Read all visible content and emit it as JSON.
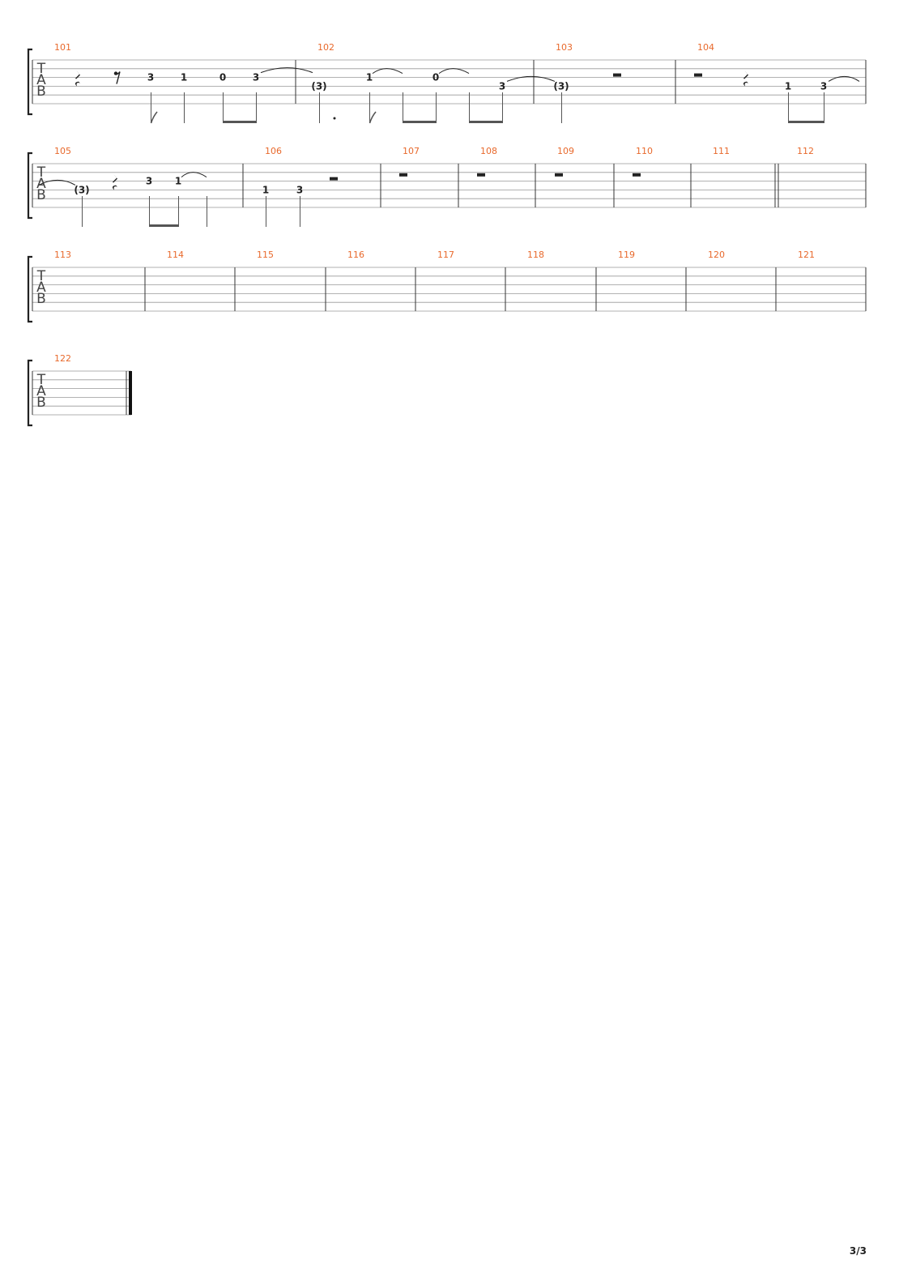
{
  "page": {
    "number": "3/3"
  },
  "tablature": {
    "clef_letters": [
      "T",
      "A",
      "B"
    ],
    "systems": [
      {
        "measures": [
          {
            "number": "101",
            "rests": [
              "quarter",
              "eighth"
            ],
            "notes": [
              {
                "fret": "3",
                "string": 3,
                "duration": "eighth"
              },
              {
                "fret": "1",
                "string": 3,
                "duration": "quarter"
              },
              {
                "fret": "0",
                "string": 3,
                "duration": "eighth"
              },
              {
                "fret": "3",
                "string": 3,
                "duration": "eighth",
                "tie_start": true
              }
            ]
          },
          {
            "number": "102",
            "notes": [
              {
                "fret": "(3)",
                "string": 4,
                "duration": "dotted-quarter",
                "tied": true
              },
              {
                "fret": "1",
                "string": 3,
                "duration": "eighth",
                "tie_start": true
              },
              {
                "fret": "1",
                "string": 3,
                "duration": "eighth",
                "tied": true,
                "hidden": true
              },
              {
                "fret": "0",
                "string": 3,
                "duration": "eighth",
                "tie_start": true
              },
              {
                "fret": "0",
                "string": 3,
                "duration": "eighth",
                "tied": true,
                "hidden": true
              },
              {
                "fret": "3",
                "string": 4,
                "duration": "eighth",
                "tie_start": true
              }
            ]
          },
          {
            "number": "103",
            "rests": [
              "half"
            ],
            "notes": [
              {
                "fret": "(3)",
                "string": 4,
                "duration": "quarter",
                "tied": true
              }
            ]
          },
          {
            "number": "104",
            "rests": [
              "half",
              "quarter"
            ],
            "notes": [
              {
                "fret": "1",
                "string": 4,
                "duration": "eighth"
              },
              {
                "fret": "3",
                "string": 4,
                "duration": "eighth",
                "tie_start": true
              }
            ]
          }
        ]
      },
      {
        "measures": [
          {
            "number": "105",
            "rests": [
              "quarter"
            ],
            "notes": [
              {
                "fret": "(3)",
                "string": 4,
                "duration": "quarter",
                "tied": true
              },
              {
                "fret": "3",
                "string": 3,
                "duration": "eighth"
              },
              {
                "fret": "1",
                "string": 3,
                "duration": "eighth",
                "tie_start": true
              },
              {
                "fret": "1",
                "string": 3,
                "duration": "quarter",
                "tied": true,
                "hidden": true
              }
            ]
          },
          {
            "number": "106",
            "rests": [
              "half"
            ],
            "notes": [
              {
                "fret": "1",
                "string": 4,
                "duration": "quarter"
              },
              {
                "fret": "3",
                "string": 4,
                "duration": "quarter"
              }
            ]
          },
          {
            "number": "107",
            "rests": [
              "whole"
            ]
          },
          {
            "number": "108",
            "rests": [
              "whole"
            ]
          },
          {
            "number": "109",
            "rests": [
              "whole"
            ]
          },
          {
            "number": "110",
            "rests": [
              "whole"
            ]
          },
          {
            "number": "111"
          },
          {
            "number": "112"
          }
        ]
      },
      {
        "measures": [
          {
            "number": "113"
          },
          {
            "number": "114"
          },
          {
            "number": "115"
          },
          {
            "number": "116"
          },
          {
            "number": "117"
          },
          {
            "number": "118"
          },
          {
            "number": "119"
          },
          {
            "number": "120"
          },
          {
            "number": "121"
          }
        ]
      },
      {
        "measures": [
          {
            "number": "122"
          }
        ],
        "final_barline": true
      }
    ]
  }
}
